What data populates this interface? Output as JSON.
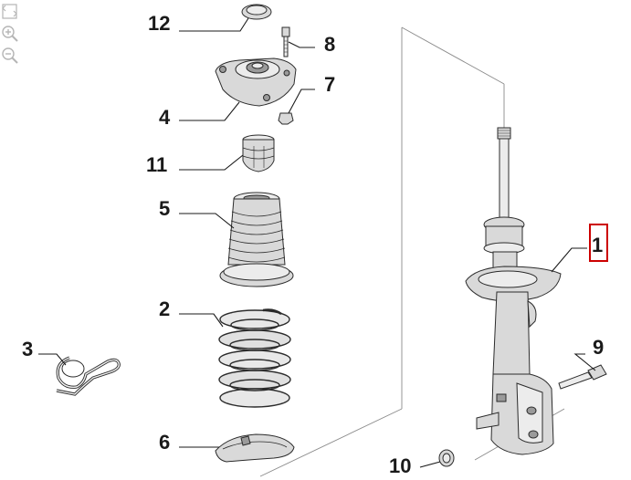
{
  "toolbar": {
    "tools": [
      {
        "name": "fit-screen-icon"
      },
      {
        "name": "zoom-in-icon"
      },
      {
        "name": "zoom-out-icon"
      }
    ]
  },
  "diagram": {
    "highlight_color": "#cc0000",
    "selected_callout": "1",
    "callouts": [
      {
        "id": "12",
        "label": "12"
      },
      {
        "id": "8",
        "label": "8"
      },
      {
        "id": "7",
        "label": "7"
      },
      {
        "id": "4",
        "label": "4"
      },
      {
        "id": "11",
        "label": "11"
      },
      {
        "id": "5",
        "label": "5"
      },
      {
        "id": "1",
        "label": "1"
      },
      {
        "id": "2",
        "label": "2"
      },
      {
        "id": "3",
        "label": "3"
      },
      {
        "id": "9",
        "label": "9"
      },
      {
        "id": "6",
        "label": "6"
      },
      {
        "id": "10",
        "label": "10"
      }
    ]
  }
}
